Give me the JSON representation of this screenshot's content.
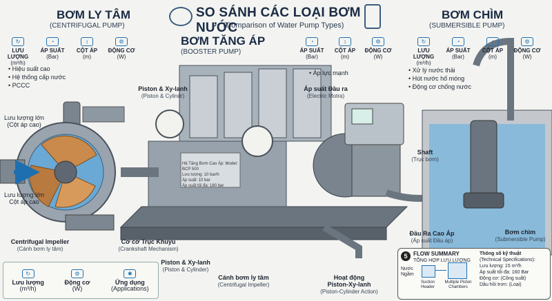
{
  "header": {
    "title": "SO SÁNH CÁC LOẠI BƠM NƯỚC",
    "subtitle": "(Comparison of Water Pump Types)"
  },
  "centrifugal": {
    "title": "BƠM LY TÂM",
    "subtitle": "(CENTRIFUGAL PUMP)",
    "specs": [
      {
        "label": "LƯU LƯỢNG",
        "unit": "(m³/h)",
        "icon": "flow-icon"
      },
      {
        "label": "ÁP SUẤT",
        "unit": "(Bar)",
        "icon": "gauge-icon"
      },
      {
        "label": "CỘT ÁP",
        "unit": "(m)",
        "icon": "head-icon"
      },
      {
        "label": "ĐỘNG CƠ",
        "unit": "(W)",
        "icon": "motor-icon"
      }
    ],
    "bullets": [
      "Hiệu suất cao",
      "Hệ thống cấp nước",
      "PCCC"
    ],
    "labels": {
      "flow_big": "Lưu lượng lớn",
      "head_low": "(Cột áp cao)",
      "flow_big2": "Lưu lượng lớn",
      "head_high": "Cột áp cao",
      "impeller": "Centrifugal Impeller",
      "impeller_vi": "(Cánh bơm ly tâm)"
    },
    "bottom": [
      {
        "label": "Lưu lượng",
        "unit": "(m³/h)",
        "icon": "flow-icon"
      },
      {
        "label": "Động cơ",
        "unit": "(W)",
        "icon": "motor-icon"
      },
      {
        "label": "Ứng dụng",
        "unit": "(Applications)",
        "icon": "gear-icon"
      }
    ]
  },
  "booster": {
    "title": "BƠM TĂNG ÁP",
    "subtitle": "(BOOSTER PUMP)",
    "specs": [
      {
        "label": "ÁP SUẤT",
        "unit": "(Bar)",
        "icon": "gauge-icon"
      },
      {
        "label": "CỘT ÁP",
        "unit": "(m)",
        "icon": "head-icon"
      },
      {
        "label": "ĐỘNG CƠ",
        "unit": "(W)",
        "icon": "motor-icon"
      }
    ],
    "bullets": [
      "Áp lực mạnh"
    ],
    "labels": {
      "piston": "Piston & Xy-lanh",
      "piston_en": "(Piston & Cylindr)",
      "pressure_out": "Áp suất Đầu ra",
      "pressure_out_en": "(Electric Motra)",
      "crank": "Cơ cơ Trục Khuỷu",
      "crank_en": "(Crankshaft Mechanism)",
      "piston2": "Piston & Xy-lanh",
      "piston2_en": "(Piston & Cylinder)",
      "imp": "Cánh bơm ly tâm",
      "imp_en": "(Centrifugal Impeller)",
      "action": "Hoạt động",
      "action2": "Piston-Xy-lanh",
      "action_en": "(Piston-Cylinder Action)",
      "shaft": "Shaft",
      "shaft_vi": "(Trục bơm)",
      "outlet": "Đầu Ra Cao Áp",
      "outlet_vi": "(Áp suất Đầu áp)",
      "plate": [
        "Hệ Tăng Bơm Cao Áp: Model: BCP 500",
        "Lưu lượng: 10 bar/h",
        "Áp suất: 10 bar",
        "Áp suất tối đa: 180 bar"
      ]
    }
  },
  "submersible": {
    "title": "BƠM CHÌM",
    "subtitle": "(SUBMERSIBLE PUMP)",
    "specs": [
      {
        "label": "LƯU LƯỢNG",
        "unit": "(m³/h)",
        "icon": "flow-icon"
      },
      {
        "label": "ÁP SUẤT",
        "unit": "(Bar)",
        "icon": "gauge-icon"
      },
      {
        "label": "CỘT ÁP",
        "unit": "(m)",
        "icon": "head-icon"
      },
      {
        "label": "ĐỘNG CƠ",
        "unit": "(W)",
        "icon": "motor-icon"
      }
    ],
    "bullets": [
      "Xử lý nước thải",
      "Hút nước hố móng",
      "Động cơ chống nước"
    ],
    "labels": {
      "pump": "Bơm chìm",
      "pump_en": "(Submersible Pump)"
    }
  },
  "flow_summary": {
    "num": "5",
    "title": "FLOW SUMMARY",
    "title_vi": "TỔNG HỢP LƯU LƯỢNG",
    "source": "Nước Ngầm",
    "nodes": [
      "Suction Header",
      "Multiple Piston Chambers"
    ],
    "spec_title": "Thông số kỹ thuật",
    "spec_title_en": "(Technical Specifications):",
    "specs": [
      "Lưu lượng: 15 m³/h",
      "Áp suất tối đa: 160 Bar",
      "Động cơ: (Công suất)",
      "Dầu hồi trơn: (Loại)"
    ]
  },
  "colors": {
    "accent": "#1e6fb0",
    "water": "#5aa6d6",
    "metal": "#8e98a3",
    "copper": "#c98a4b"
  }
}
